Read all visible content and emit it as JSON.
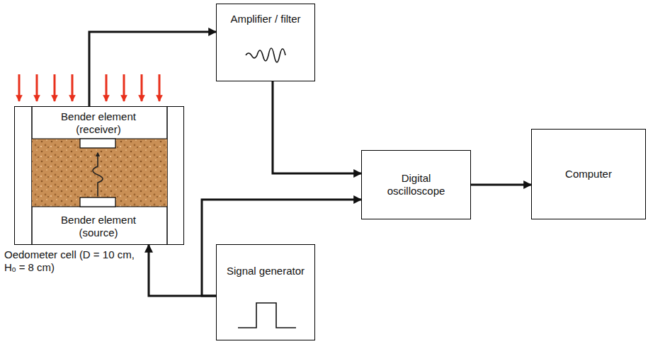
{
  "diagram": {
    "nodes": [
      {
        "text": [
          "Oedometer cell (D = 10 cm, Hₒ = 8 cm)"
        ]
      },
      {
        "text": [
          "Bender element (receiver)"
        ],
        "in": 0
      },
      {
        "text": [
          "Bender element (source)"
        ],
        "in": 0
      },
      {
        "text": [
          "Amplifier / filter"
        ]
      },
      {
        "text": [
          "Digital oscilloscope"
        ]
      },
      {
        "text": [
          "Computer"
        ]
      },
      {
        "text": [
          "Signal generator"
        ]
      }
    ],
    "edges": [
      {
        "from": 1,
        "to": 3,
        "arrow": "to"
      },
      {
        "from": 3,
        "to": 4,
        "arrow": "to"
      },
      {
        "from": 4,
        "to": 5,
        "arrow": "to"
      },
      {
        "from": 6,
        "to": 4,
        "arrow": "to"
      },
      {
        "from": 6,
        "to": 0,
        "arrow": "to"
      }
    ]
  }
}
